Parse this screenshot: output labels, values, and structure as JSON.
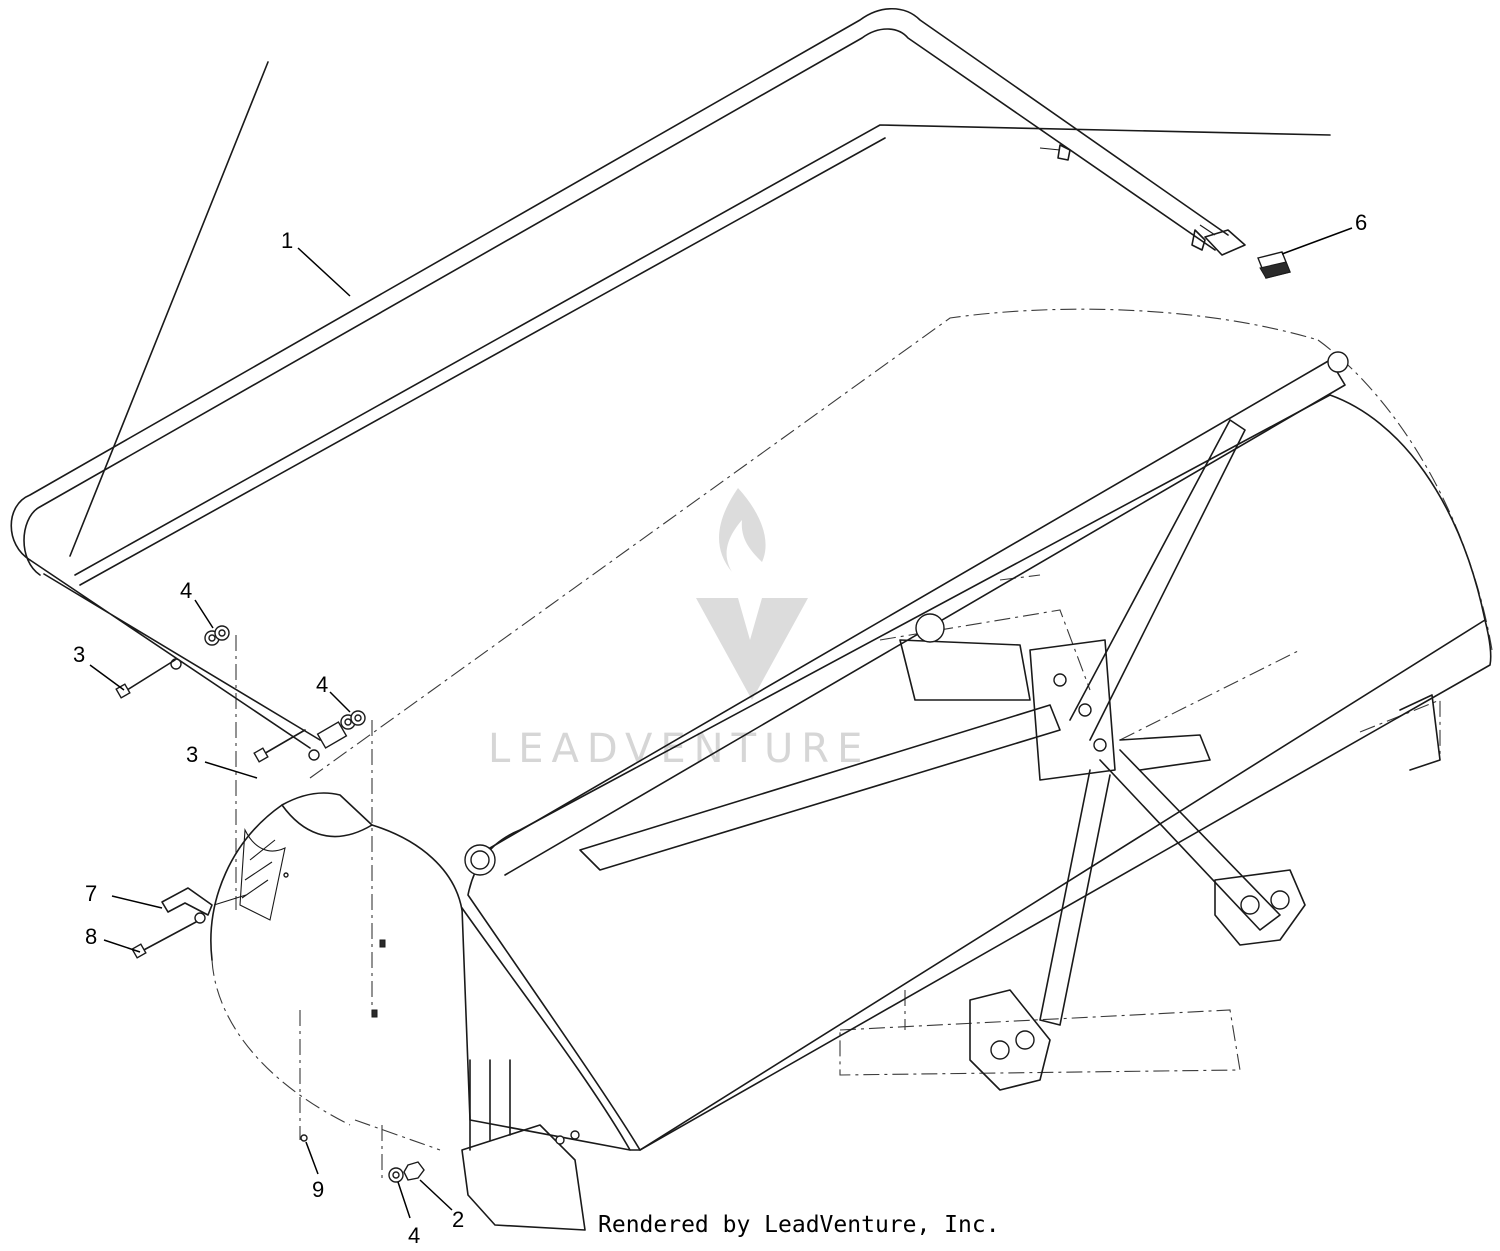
{
  "watermark": {
    "text": "LEADVENTURE"
  },
  "credit": "Rendered by LeadVenture, Inc.",
  "callouts": [
    {
      "label": "1"
    },
    {
      "label": "6"
    },
    {
      "label": "4"
    },
    {
      "label": "3"
    },
    {
      "label": "4"
    },
    {
      "label": "3"
    },
    {
      "label": "7"
    },
    {
      "label": "8"
    },
    {
      "label": "9"
    },
    {
      "label": "4"
    },
    {
      "label": "2"
    }
  ]
}
